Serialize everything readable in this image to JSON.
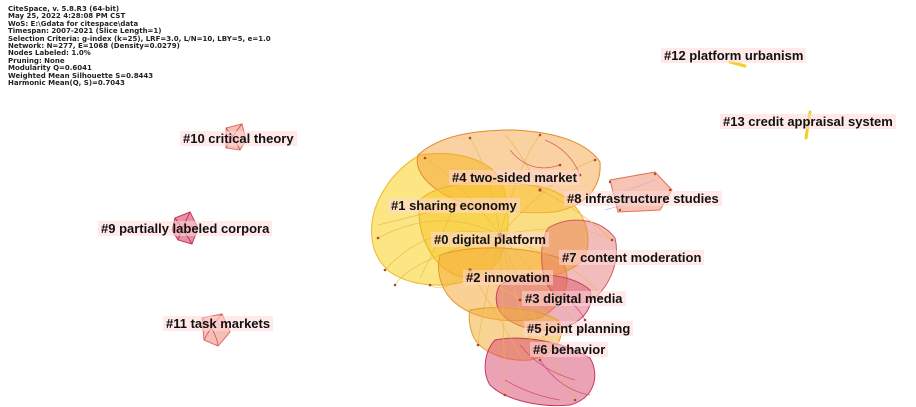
{
  "meta_lines": [
    "CiteSpace, v. 5.8.R3 (64-bit)",
    "May 25, 2022 4:28:08 PM CST",
    "WoS: E:\\Gdata for citespace\\data",
    "Timespan: 2007-2021 (Slice Length=1)",
    "Selection Criteria: g-index (k=25), LRF=3.0, L/N=10, LBY=5, e=1.0",
    "Network: N=277, E=1068 (Density=0.0279)",
    "Nodes Labeled: 1.0%",
    "Pruning: None",
    "Modularity Q=0.6041",
    "Weighted Mean Silhouette S=0.8443",
    "Harmonic Mean(Q, S)=0.7043"
  ],
  "clusters": [
    {
      "id": "c0",
      "label": "#0 digital platform"
    },
    {
      "id": "c1",
      "label": "#1 sharing economy"
    },
    {
      "id": "c2",
      "label": "#2 innovation"
    },
    {
      "id": "c3",
      "label": "#3 digital media"
    },
    {
      "id": "c4",
      "label": "#4 two-sided market"
    },
    {
      "id": "c5",
      "label": "#5 joint planning"
    },
    {
      "id": "c6",
      "label": "#6 behavior"
    },
    {
      "id": "c7",
      "label": "#7 content moderation"
    },
    {
      "id": "c8",
      "label": "#8 infrastructure studies"
    },
    {
      "id": "c9",
      "label": "#9 partially labeled corpora"
    },
    {
      "id": "c10",
      "label": "#10 critical theory"
    },
    {
      "id": "c11",
      "label": "#11 task markets"
    },
    {
      "id": "c12",
      "label": "#12 platform urbanism"
    },
    {
      "id": "c13",
      "label": "#13 credit appraisal system"
    }
  ],
  "colors": {
    "yellow": "#f7d21e",
    "orange": "#f39a2c",
    "salmon": "#ef8a6e",
    "crimson": "#d44a6a",
    "edge": "#e8b84a"
  }
}
